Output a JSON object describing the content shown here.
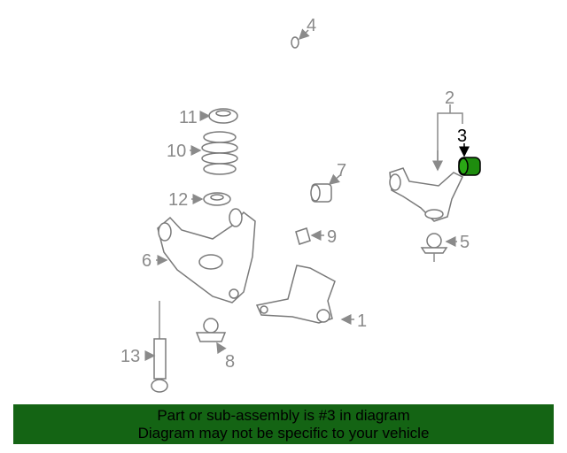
{
  "diagram": {
    "callouts": [
      "1",
      "2",
      "3",
      "4",
      "5",
      "6",
      "7",
      "8",
      "9",
      "10",
      "11",
      "12",
      "13"
    ],
    "selected_part": "3",
    "highlight_color": "#1e8c0e",
    "label_color": "#8a8a8a"
  },
  "banner": {
    "line1": "Part or sub-assembly is #3 in diagram",
    "line2": "Diagram may not be specific to your vehicle",
    "background": "#146414"
  }
}
